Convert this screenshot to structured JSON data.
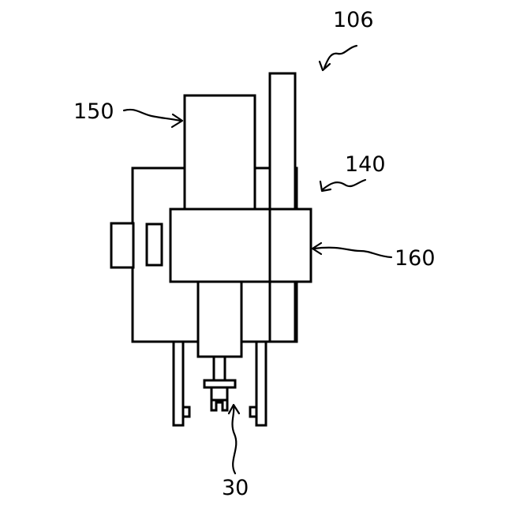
{
  "labels": {
    "ref_106": "106",
    "ref_150": "150",
    "ref_140": "140",
    "ref_160": "160",
    "ref_30": "30"
  }
}
